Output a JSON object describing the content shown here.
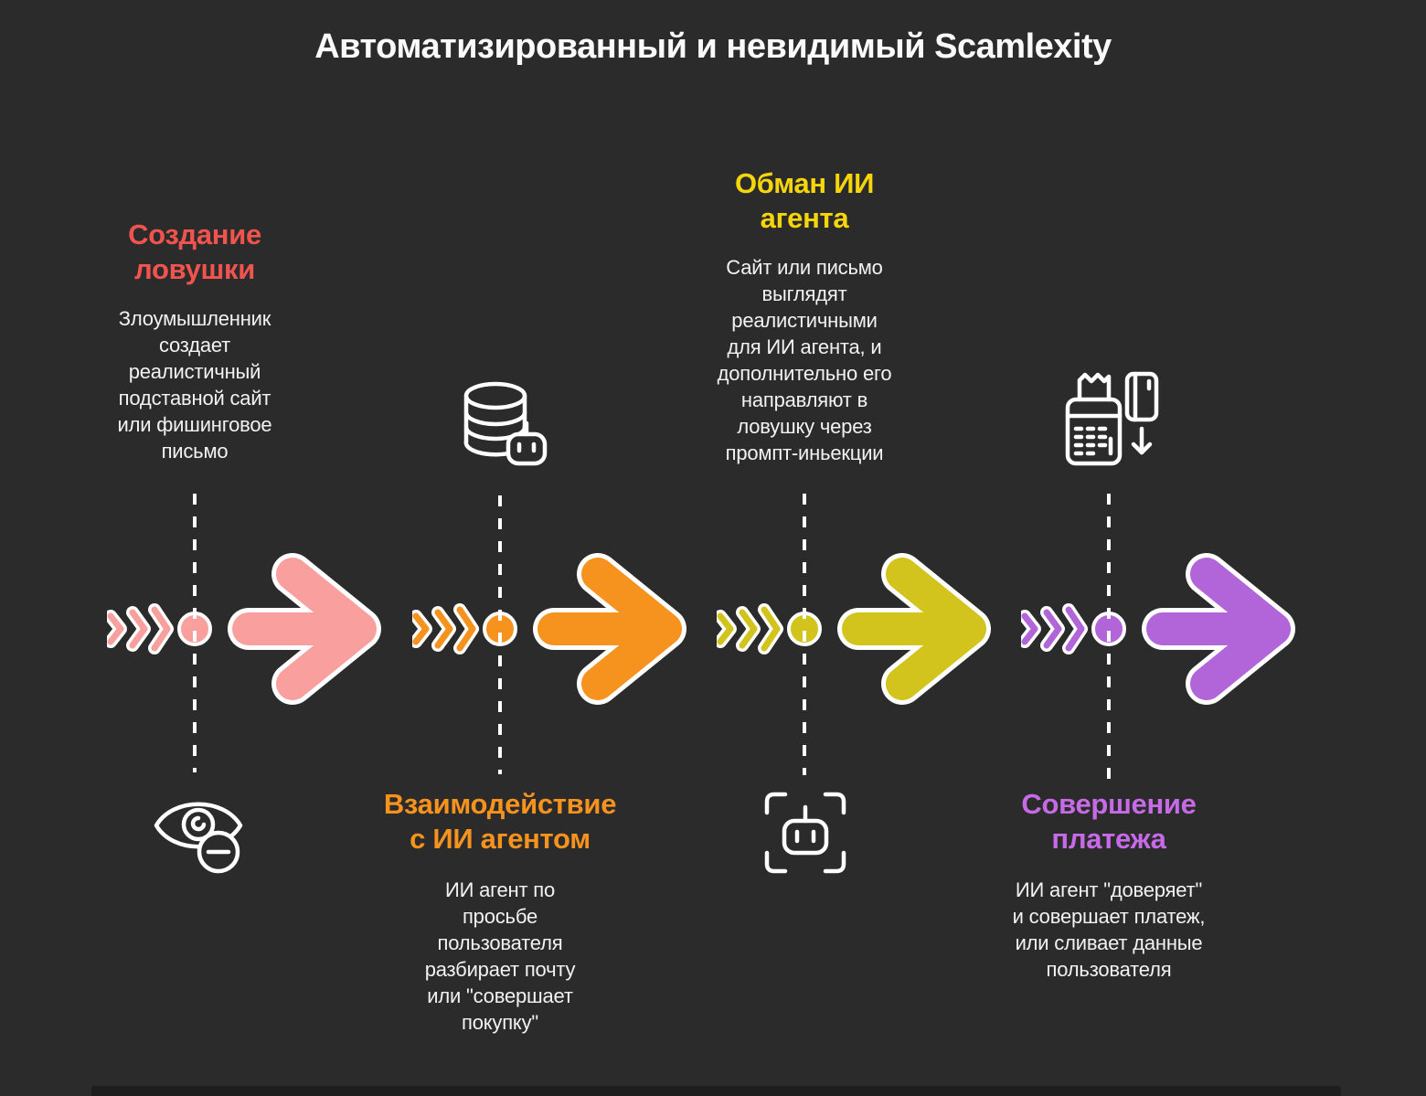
{
  "title": "Автоматизированный и невидимый Scamlexity",
  "colors": {
    "background": "#2b2b2b",
    "outline_white": "#ffffff",
    "body_text": "#f2f2f2"
  },
  "steps": [
    {
      "heading": "Создание\nловушки",
      "body": "Злоумышленник\nсоздает\nреалистичный\nподставной сайт\nили фишинговое\nписьмо",
      "heading_color": "#F1544E",
      "arrow_color": "#F9A09E",
      "icon": "eye-restricted-icon",
      "text_position": "top"
    },
    {
      "heading": "Взаимодействие\nс ИИ агентом",
      "body": "ИИ агент по\nпросьбе\nпользователя\nразбирает почту\nили \"совершает\nпокупку\"",
      "heading_color": "#F6921E",
      "arrow_color": "#F6921E",
      "icon": "database-robot-icon",
      "text_position": "bottom"
    },
    {
      "heading": "Обман ИИ\nагента",
      "body": "Сайт или письмо\nвыглядят\nреалистичными\nдля ИИ агента, и\nдополнительно его\nнаправляют в\nловушку через\nпромпт-иньекции",
      "heading_color": "#F6D60A",
      "arrow_color": "#D2C31D",
      "icon": "robot-scan-icon",
      "text_position": "top"
    },
    {
      "heading": "Совершение\nплатежа",
      "body": "ИИ агент \"доверяет\"\nи совершает платеж,\nили сливает данные\nпользователя",
      "heading_color": "#C76AE8",
      "arrow_color": "#B264D9",
      "icon": "payment-terminal-icon",
      "text_position": "bottom"
    }
  ]
}
